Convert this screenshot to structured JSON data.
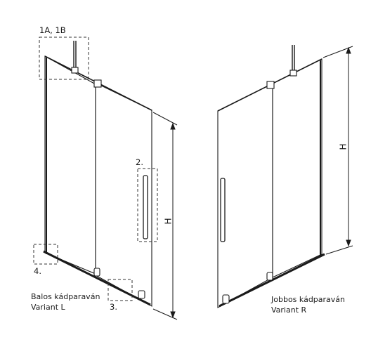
{
  "callouts": {
    "c1": "1A, 1B",
    "c2": "2.",
    "c3": "3.",
    "c4": "4."
  },
  "dimension": {
    "left_h": "H",
    "right_h": "H"
  },
  "captions": {
    "left_line1": "Balos kádparaván",
    "left_line2": "Variant L",
    "right_line1": "Jobbos kádparaván",
    "right_line2": "Variant R"
  }
}
